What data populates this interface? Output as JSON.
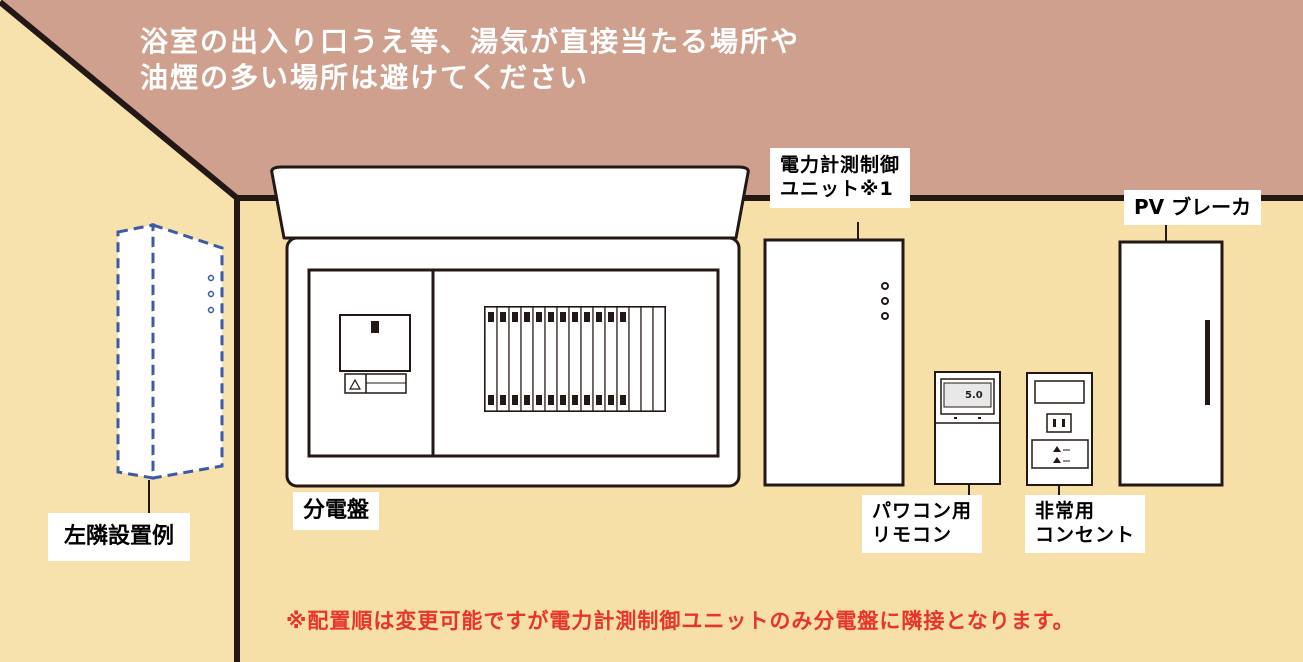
{
  "header": {
    "note": "浴室の出入り口うえ等、湯気が直接当たる場所や\n油煙の多い場所は避けてください"
  },
  "labels": {
    "meter_unit": "電力計測制御\nユニット※1",
    "pv_breaker": "PV ブレーカ",
    "panel": "分電盤",
    "power_conditioner_remote": "パワコン用\nリモコン",
    "emergency_outlet": "非常用\nコンセント",
    "left_example": "左隣設置例"
  },
  "remote_display": {
    "value": "5.0"
  },
  "footer": {
    "note": "※配置順は変更可能ですが電力計測制御ユニットのみ分電盤に隣接となります。"
  },
  "colors": {
    "ceiling": "#cfa08e",
    "wall": "#f7dfa8",
    "outline": "#231815",
    "dashed": "#3b5aa8",
    "note_red": "#e8352a"
  }
}
